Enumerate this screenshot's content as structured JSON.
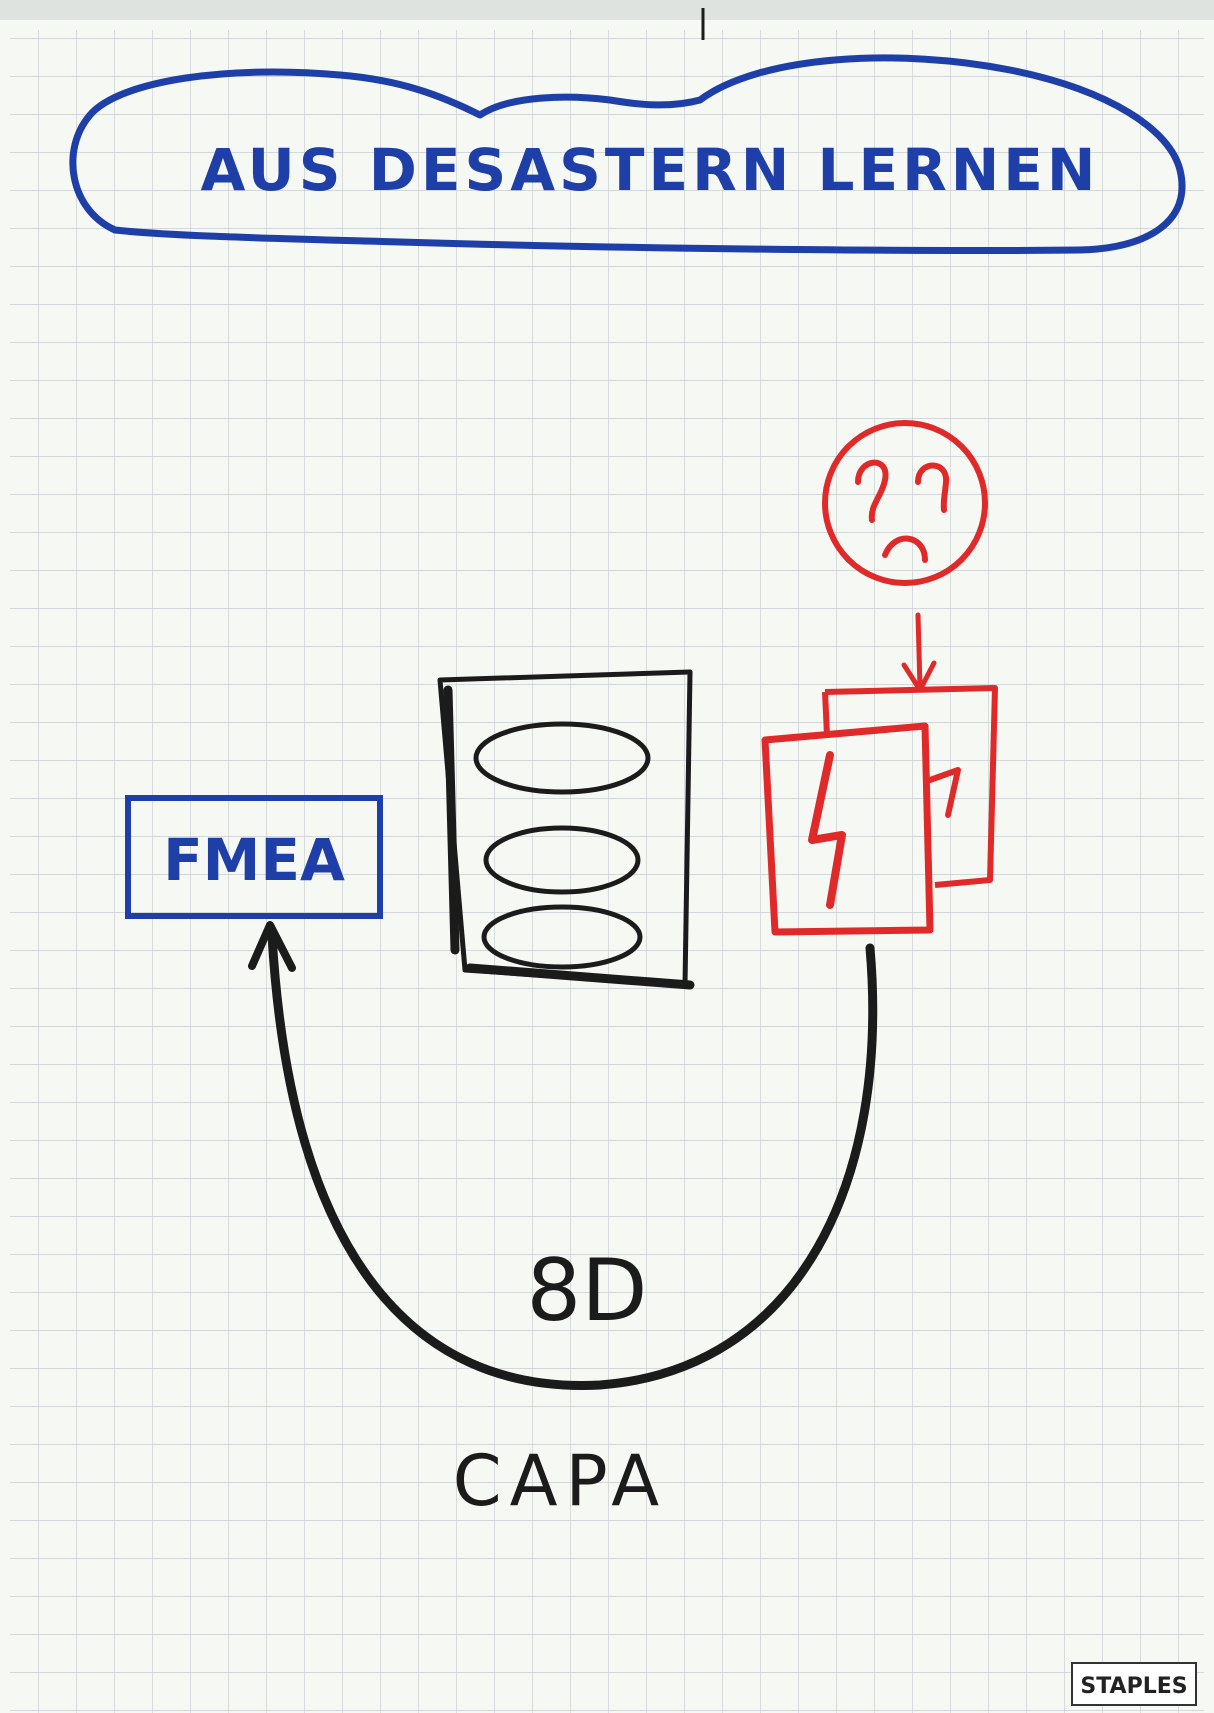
{
  "title": "AUS DESASTERN LERNEN",
  "fmea_label": "FMEA",
  "loop_label": "8D",
  "bottom_label": "CAPA",
  "brand_stamp": "STAPLES",
  "colors": {
    "paper": "#f6f8f4",
    "grid": "#c9ced1",
    "blue_marker": "#1f3fa8",
    "black_marker": "#1b1b1b",
    "red_marker": "#e02a2a"
  },
  "icons": {
    "cloud": "cloud-outline-icon",
    "face": "sad-face-icon",
    "checklist": "checklist-document-icon",
    "incident": "lightning-documents-icon",
    "arrow": "curved-arrow-icon"
  }
}
